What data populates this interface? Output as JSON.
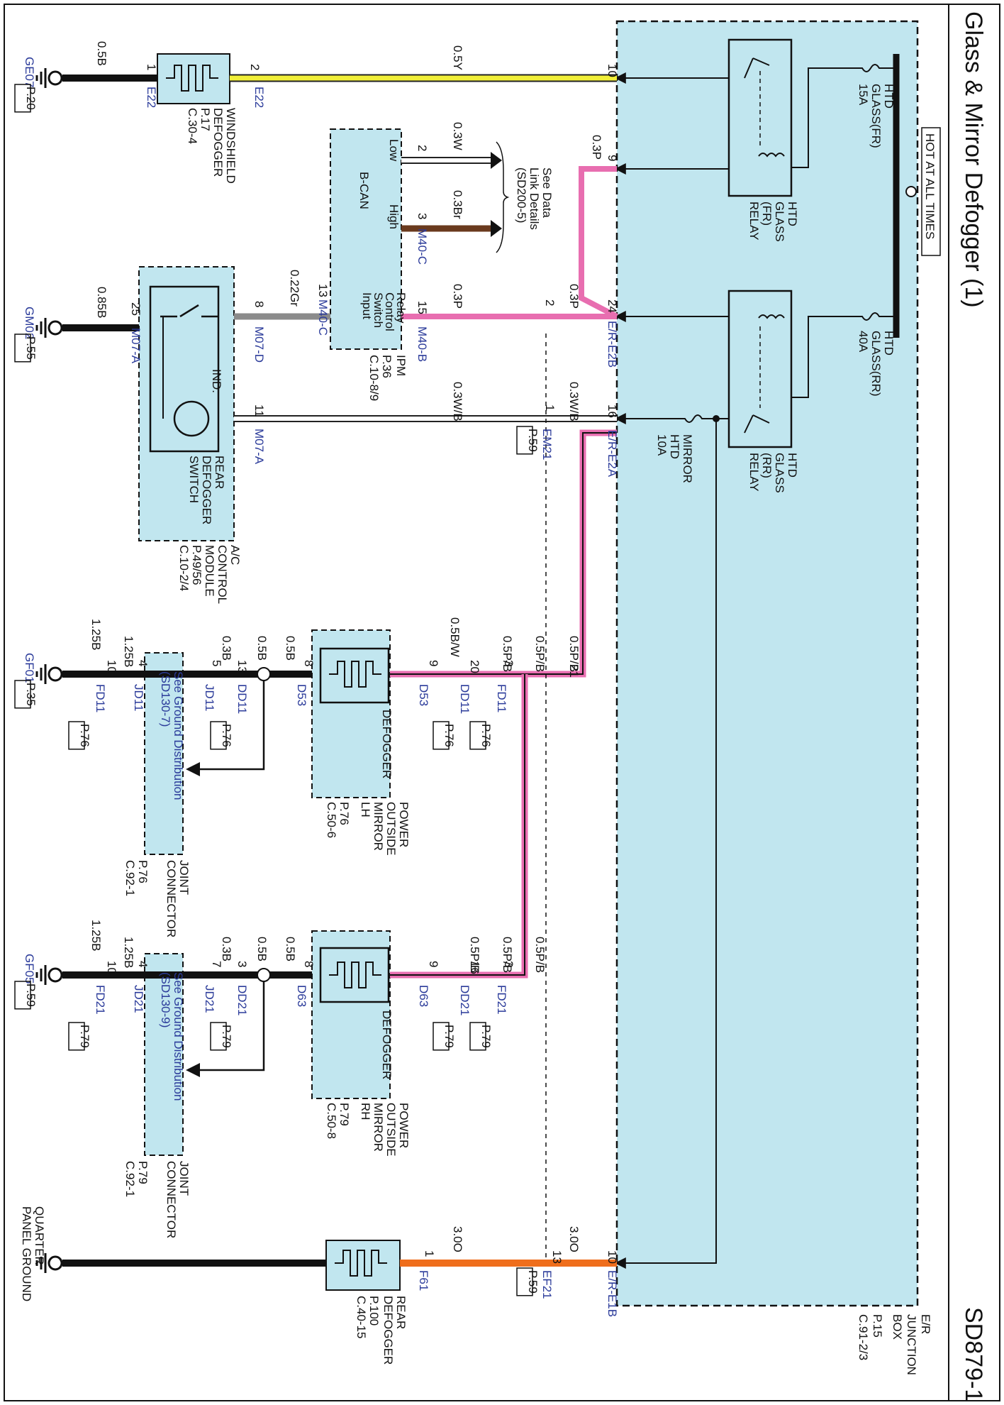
{
  "title": "Glass & Mirror Defogger (1)",
  "doc_code": "SD879-1",
  "hot_at_all_times": "HOT AT ALL TIMES",
  "jbox": {
    "name": [
      "E/R",
      "JUNCTION",
      "BOX"
    ],
    "ref": [
      "P.15",
      "C.91-2/3"
    ]
  },
  "fuses": {
    "fr": [
      "HTD",
      "GLASS(FR)",
      "15A"
    ],
    "rr": [
      "HTD",
      "GLASS(RR)",
      "40A"
    ],
    "mirror": [
      "MIRROR",
      "HTD",
      "10A"
    ]
  },
  "relays": {
    "fr": [
      "HTD",
      "GLASS",
      "(FR)",
      "RELAY"
    ],
    "rr": [
      "HTD",
      "GLASS",
      "(RR)",
      "RELAY"
    ]
  },
  "components": {
    "windshield": {
      "name": [
        "WINDSHIELD",
        "DEFOGGER"
      ],
      "ref": [
        "P.17",
        "C.30-4"
      ]
    },
    "ipm": {
      "name": "IPM",
      "ref": [
        "P.36",
        "C.10-8/9"
      ],
      "inside": [
        "Relay",
        "Control",
        "Switch",
        "Input"
      ],
      "bcan": "B-CAN",
      "low": "Low",
      "high": "High"
    },
    "data_link": [
      "See Data",
      "Link Details",
      "(SD200-5)"
    ],
    "ac": {
      "name": [
        "A/C",
        "CONTROL",
        "MODULE"
      ],
      "ref": [
        "P.49/56",
        "C.10-2/4"
      ],
      "switch": [
        "REAR",
        "DEFOGGER",
        "SWITCH"
      ],
      "ind": "IND."
    },
    "lh_mirror": {
      "label": "DEFOGGER",
      "name": [
        "POWER",
        "OUTSIDE",
        "MIRROR",
        "LH"
      ],
      "ref": [
        "P.76",
        "C.50-6"
      ]
    },
    "rh_mirror": {
      "label": "DEFOGGER",
      "name": [
        "POWER",
        "OUTSIDE",
        "MIRROR",
        "RH"
      ],
      "ref": [
        "P.79",
        "C.50-8"
      ]
    },
    "joint1": {
      "note": [
        "See Ground Distribution",
        "(SD130-7)"
      ],
      "name": [
        "JOINT",
        "CONNECTOR"
      ],
      "ref": [
        "P.76",
        "C.92-1"
      ]
    },
    "joint2": {
      "note": [
        "See Ground Distribution",
        "(SD130-9)"
      ],
      "name": [
        "JOINT",
        "CONNECTOR"
      ],
      "ref": [
        "P.79",
        "C.92-1"
      ]
    },
    "rear_defogger": {
      "name": [
        "REAR",
        "DEFOGGER"
      ],
      "ref": [
        "P.100",
        "C.40-15"
      ]
    },
    "quarter_ground": [
      "QUARTER",
      "PANEL GROUND"
    ]
  },
  "grounds": {
    "ge07": {
      "name": "GE07",
      "ref": "P.20"
    },
    "gm02": {
      "name": "GM02",
      "ref": "P.55"
    },
    "gf01": {
      "name": "GF01",
      "ref": "P.35"
    },
    "gf05": {
      "name": "GF05",
      "ref": "P.59"
    }
  },
  "connectors": {
    "e22a": "E22",
    "e22b": "E22",
    "m40c_a": "M40-C",
    "m40c_b": "M40-C",
    "m40b": "M40-B",
    "m07d": "M07-D",
    "m07a_a": "M07-A",
    "m07a_b": "M07-A",
    "er_e2b": "E/R-E2B",
    "er_e2a": "E/R-E2A",
    "er_e1b": "E/R-E1B",
    "em21": {
      "name": "EM21",
      "ref": "P.59"
    },
    "ef21": {
      "name": "EF21",
      "ref": "P.59"
    },
    "f61": "F61",
    "d53a": "D53",
    "d53b": "D53",
    "dd11a": {
      "name": "DD11",
      "ref": "P.76"
    },
    "fd11a": {
      "name": "FD11",
      "ref": "P.76"
    },
    "dd11b": {
      "name": "DD11",
      "ref": "P.76"
    },
    "jd11a": "JD11",
    "jd11b": "JD11",
    "fd11b": {
      "name": "FD11",
      "ref": "P.76"
    },
    "d63a": "D63",
    "d63b": "D63",
    "dd21a": {
      "name": "DD21",
      "ref": "P.79"
    },
    "fd21a": {
      "name": "FD21",
      "ref": "P.79"
    },
    "dd21b": {
      "name": "DD21",
      "ref": "P.79"
    },
    "jd21a": "JD21",
    "jd21b": "JD21",
    "fd21b": {
      "name": "FD21",
      "ref": "P.79"
    }
  },
  "wires": {
    "w_05b": "0.5B",
    "w_05y": "0.5Y",
    "w_03w": "0.3W",
    "w_03br": "0.3Br",
    "w_03p_a": "0.3P",
    "w_03p_b": "0.3P",
    "w_03p_c": "0.3P",
    "w_022gr": "0.22Gr",
    "w_085b": "0.85B",
    "w_03wb_a": "0.3W/B",
    "w_03wb_b": "0.3W/B",
    "w_05pb1": "0.5P/B",
    "w_05pb2": "0.5P/B",
    "w_05pb3": "0.5P/B",
    "w_05bw": "0.5B/W",
    "w_05pb4": "0.5P/B",
    "w_05pb5": "0.5P/B",
    "w_05pb6": "0.5P/B",
    "w_lh_05b1": "0.5B",
    "w_lh_05b2": "0.5B",
    "w_lh_03b": "0.3B",
    "w_lh_125b1": "1.25B",
    "w_lh_125b2": "1.25B",
    "w_rh_05b1": "0.5B",
    "w_rh_05b2": "0.5B",
    "w_rh_03b": "0.3B",
    "w_rh_125b1": "1.25B",
    "w_rh_125b2": "1.25B",
    "w_30a": "3.0O",
    "w_30b": "3.0O"
  },
  "pins": {
    "p1": "1",
    "p2": "2",
    "p10a": "10",
    "p9": "9",
    "p2b": "2",
    "p3": "3",
    "p24": "24",
    "p2c": "2",
    "p15": "15",
    "p13": "13",
    "p8": "8",
    "p25": "25",
    "p16": "16",
    "p1b": "1",
    "p11": "11",
    "p21": "21",
    "l3": "3",
    "l20": "20",
    "l9": "9",
    "l8": "8",
    "l13": "13",
    "l5": "5",
    "l4": "4",
    "l10": "10",
    "r3": "3",
    "r16": "16",
    "r9": "9",
    "r8": "8",
    "r3b": "3",
    "r7": "7",
    "r4": "4",
    "r10": "10",
    "p10b": "10",
    "p13b": "13",
    "p1c": "1"
  }
}
